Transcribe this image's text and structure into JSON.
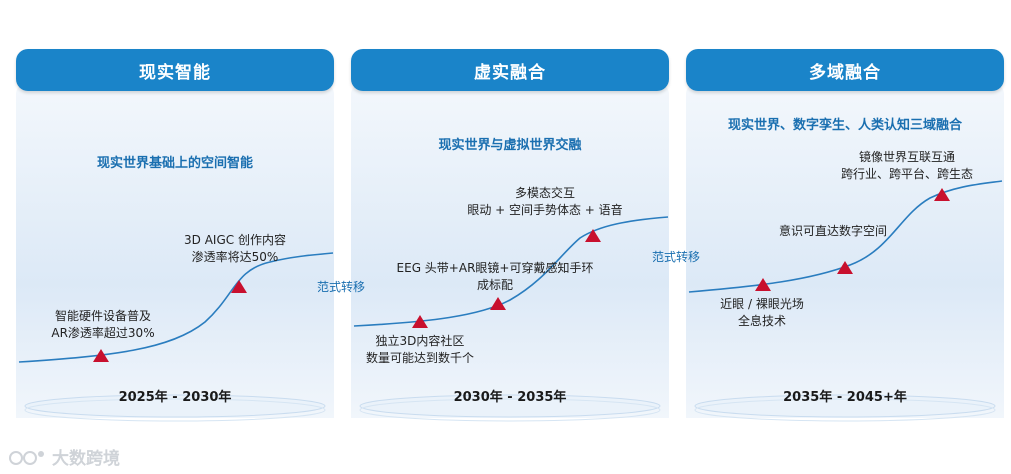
{
  "panels": [
    {
      "title": "现实智能",
      "subtitle": "现实世界基础上的空间智能",
      "milestones": [
        "智能硬件设备普及\nAR渗透率超过30%",
        "3D AIGC 创作内容\n渗透率将达50%"
      ],
      "period": "2025年 - 2030年"
    },
    {
      "title": "虚实融合",
      "subtitle": "现实世界与虚拟世界交融",
      "milestones": [
        "独立3D内容社区\n数量可能达到数千个",
        "EEG 头带+AR眼镜+可穿戴感知手环\n成标配",
        "多模态交互\n眼动 + 空间手势体态 + 语音"
      ],
      "period": "2030年 - 2035年"
    },
    {
      "title": "多域融合",
      "subtitle": "现实世界、数字孪生、人类认知三域融合",
      "milestones": [
        "近眼 / 裸眼光场\n全息技术",
        "意识可直达数字空间",
        "镜像世界互联互通\n跨行业、跨平台、跨生态"
      ],
      "period": "2035年 - 2045+年"
    }
  ],
  "transitions": [
    "范式转移",
    "范式转移"
  ],
  "watermark": "大数跨境",
  "colors": {
    "header": "#1a84c9",
    "accent_text": "#1a6fb0",
    "curve": "#2a7dbf",
    "marker": "#c8102e"
  }
}
